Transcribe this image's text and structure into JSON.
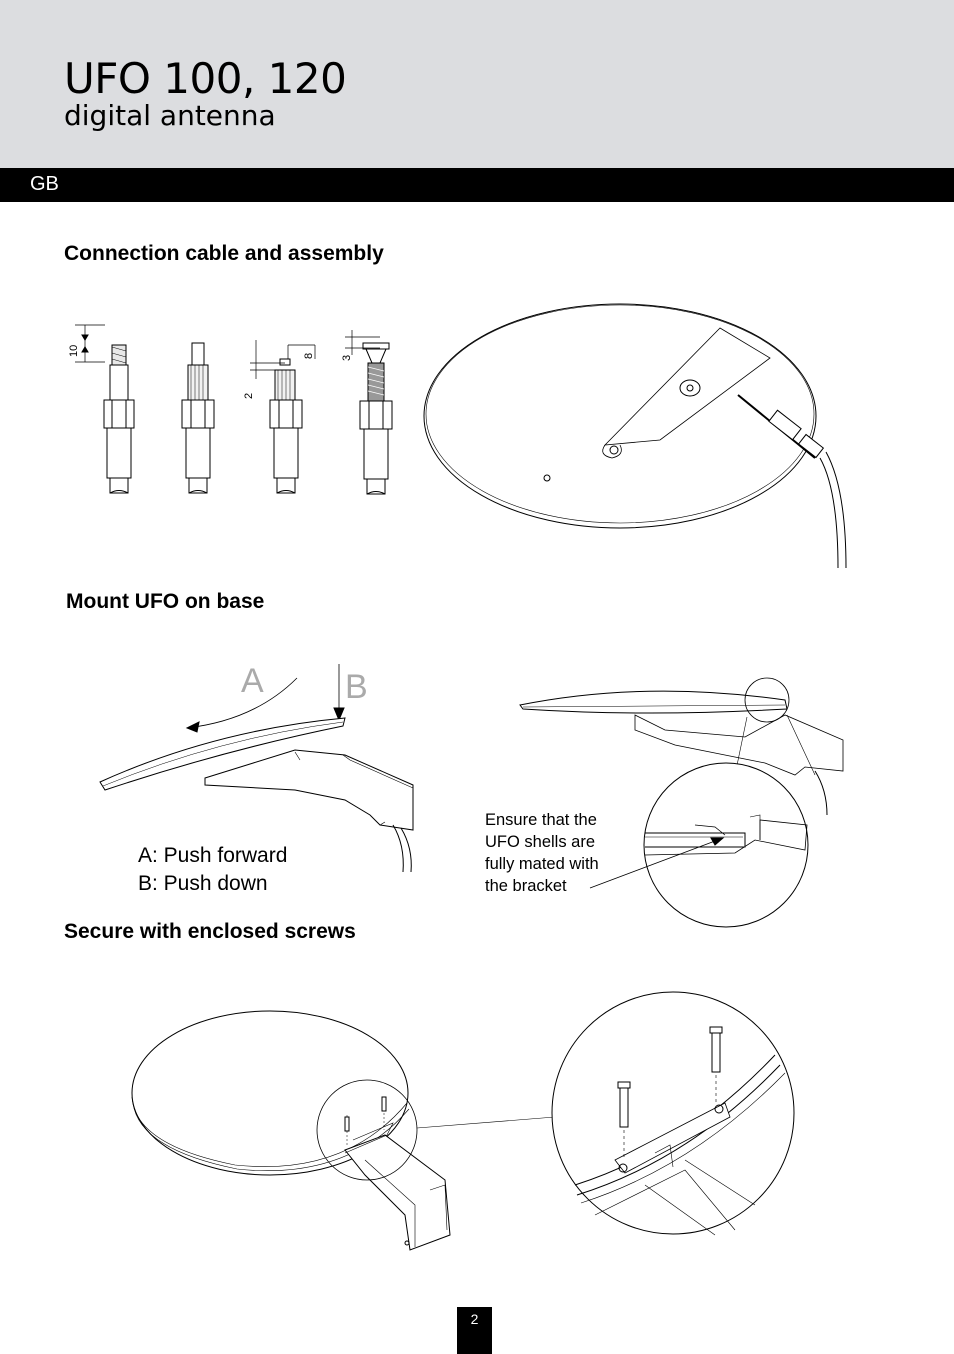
{
  "header": {
    "title": "UFO 100, 120",
    "subtitle": "digital antenna",
    "language_code": "GB",
    "band_color": "#dcdde0"
  },
  "sections": [
    {
      "heading": "Connection cable and assembly"
    },
    {
      "heading": "Mount UFO on base"
    },
    {
      "heading": "Secure with enclosed screws"
    }
  ],
  "cable_prep": {
    "dimensions": [
      "10",
      "8",
      "2",
      "3"
    ]
  },
  "mount": {
    "arrow_labels": [
      "A",
      "B"
    ],
    "legend": [
      "A: Push forward",
      "B: Push down"
    ],
    "note": [
      "Ensure that the",
      "UFO shells are",
      "fully mated with",
      "the bracket"
    ]
  },
  "footer": {
    "page_number": "2"
  }
}
